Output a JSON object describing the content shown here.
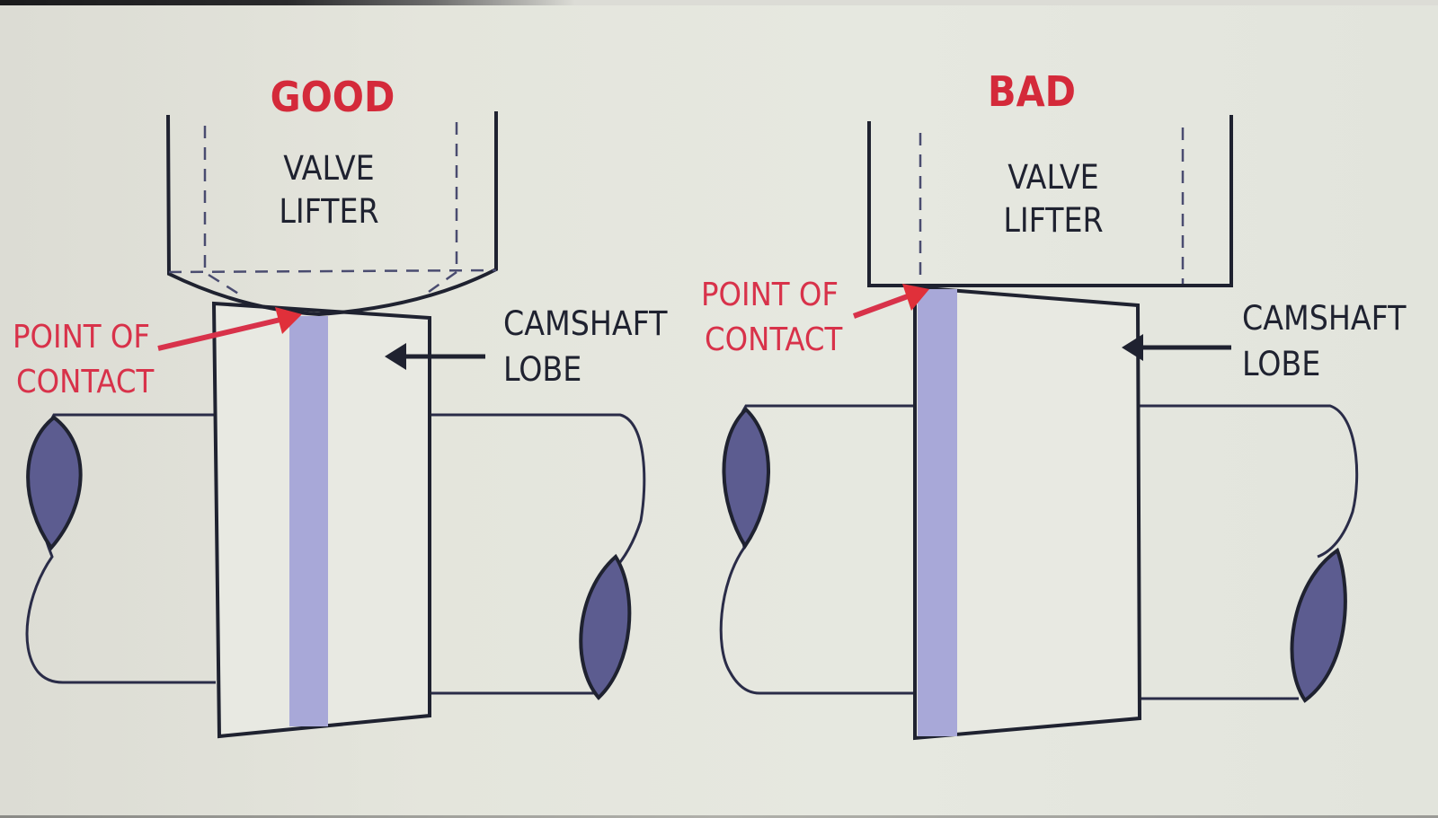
{
  "panels": {
    "good": {
      "title": "GOOD",
      "lifter_label": [
        "VALVE",
        "LIFTER"
      ],
      "contact_label": [
        "POINT OF",
        "CONTACT"
      ],
      "lobe_label": [
        "CAMSHAFT",
        "LOBE"
      ]
    },
    "bad": {
      "title": "BAD",
      "lifter_label": [
        "VALVE",
        "LIFTER"
      ],
      "contact_label": [
        "POINT OF",
        "CONTACT"
      ],
      "lobe_label": [
        "CAMSHAFT",
        "LOBE"
      ]
    }
  },
  "colors": {
    "title_red": "#d42a3a",
    "label_red": "#d8324a",
    "outline": "#1f2230",
    "contact_band": "#a8a8d8",
    "shaft_end": "#5c5c90",
    "paper": "#e4e5dc"
  }
}
